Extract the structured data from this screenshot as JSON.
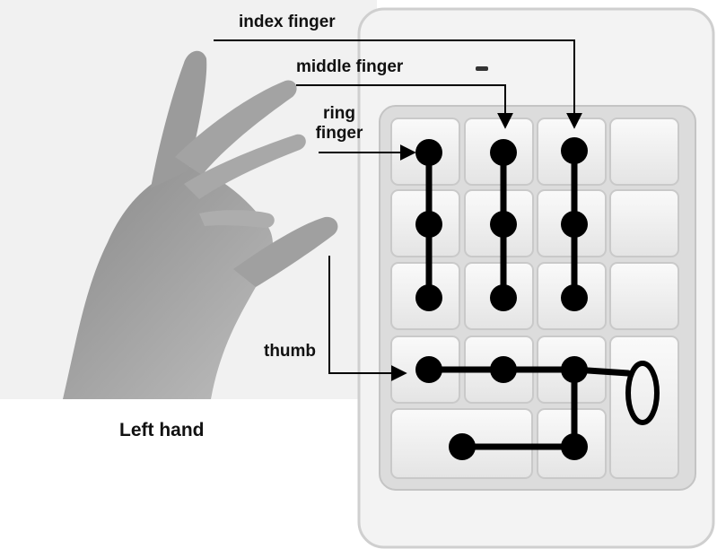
{
  "labels": {
    "index_finger": "index finger",
    "middle_finger": "middle finger",
    "ring_finger_line1": "ring",
    "ring_finger_line2": "finger",
    "thumb": "thumb",
    "hand_caption": "Left hand"
  },
  "colors": {
    "ink": "#000000",
    "key_face": "#efefef",
    "key_edge": "#c9c9c9",
    "device_body": "#f3f3f3",
    "device_edge": "#cfcfcf",
    "hand_bg": "#f1f1f1",
    "hand_skin": "#9a9a9a"
  }
}
